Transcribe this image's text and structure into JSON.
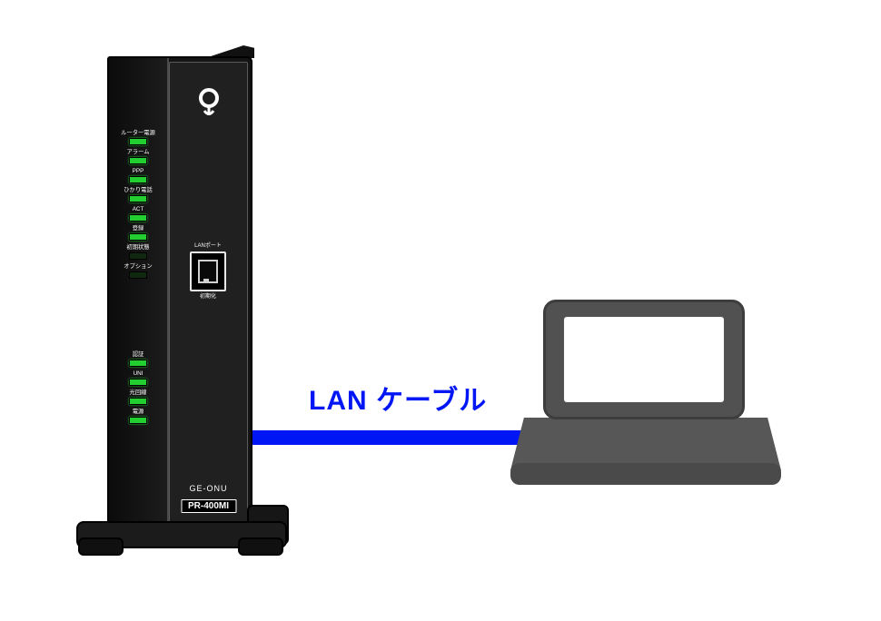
{
  "diagram": {
    "cable": {
      "label": "LAN ケーブル",
      "color": "#0016f5"
    },
    "colors": {
      "led_on": "#23cf30",
      "device_body": "#141414",
      "laptop_gray": "#515151"
    },
    "onu": {
      "model_name": "GE-ONU",
      "model_number": "PR-400MI",
      "port": {
        "top_label": "LANポート",
        "bottom_label": "初期化"
      },
      "leds_top": [
        {
          "label": "ルーター電源",
          "state": "on"
        },
        {
          "label": "アラーム",
          "state": "on"
        },
        {
          "label": "PPP",
          "state": "on"
        },
        {
          "label": "ひかり電話",
          "state": "on"
        },
        {
          "label": "ACT",
          "state": "on"
        },
        {
          "label": "登録",
          "state": "on"
        },
        {
          "label": "初期状態",
          "state": "off"
        },
        {
          "label": "オプション",
          "state": "off"
        }
      ],
      "leds_bottom": [
        {
          "label": "認証",
          "state": "on"
        },
        {
          "label": "UNI",
          "state": "on"
        },
        {
          "label": "光回線",
          "state": "on"
        },
        {
          "label": "電源",
          "state": "on"
        }
      ]
    }
  }
}
